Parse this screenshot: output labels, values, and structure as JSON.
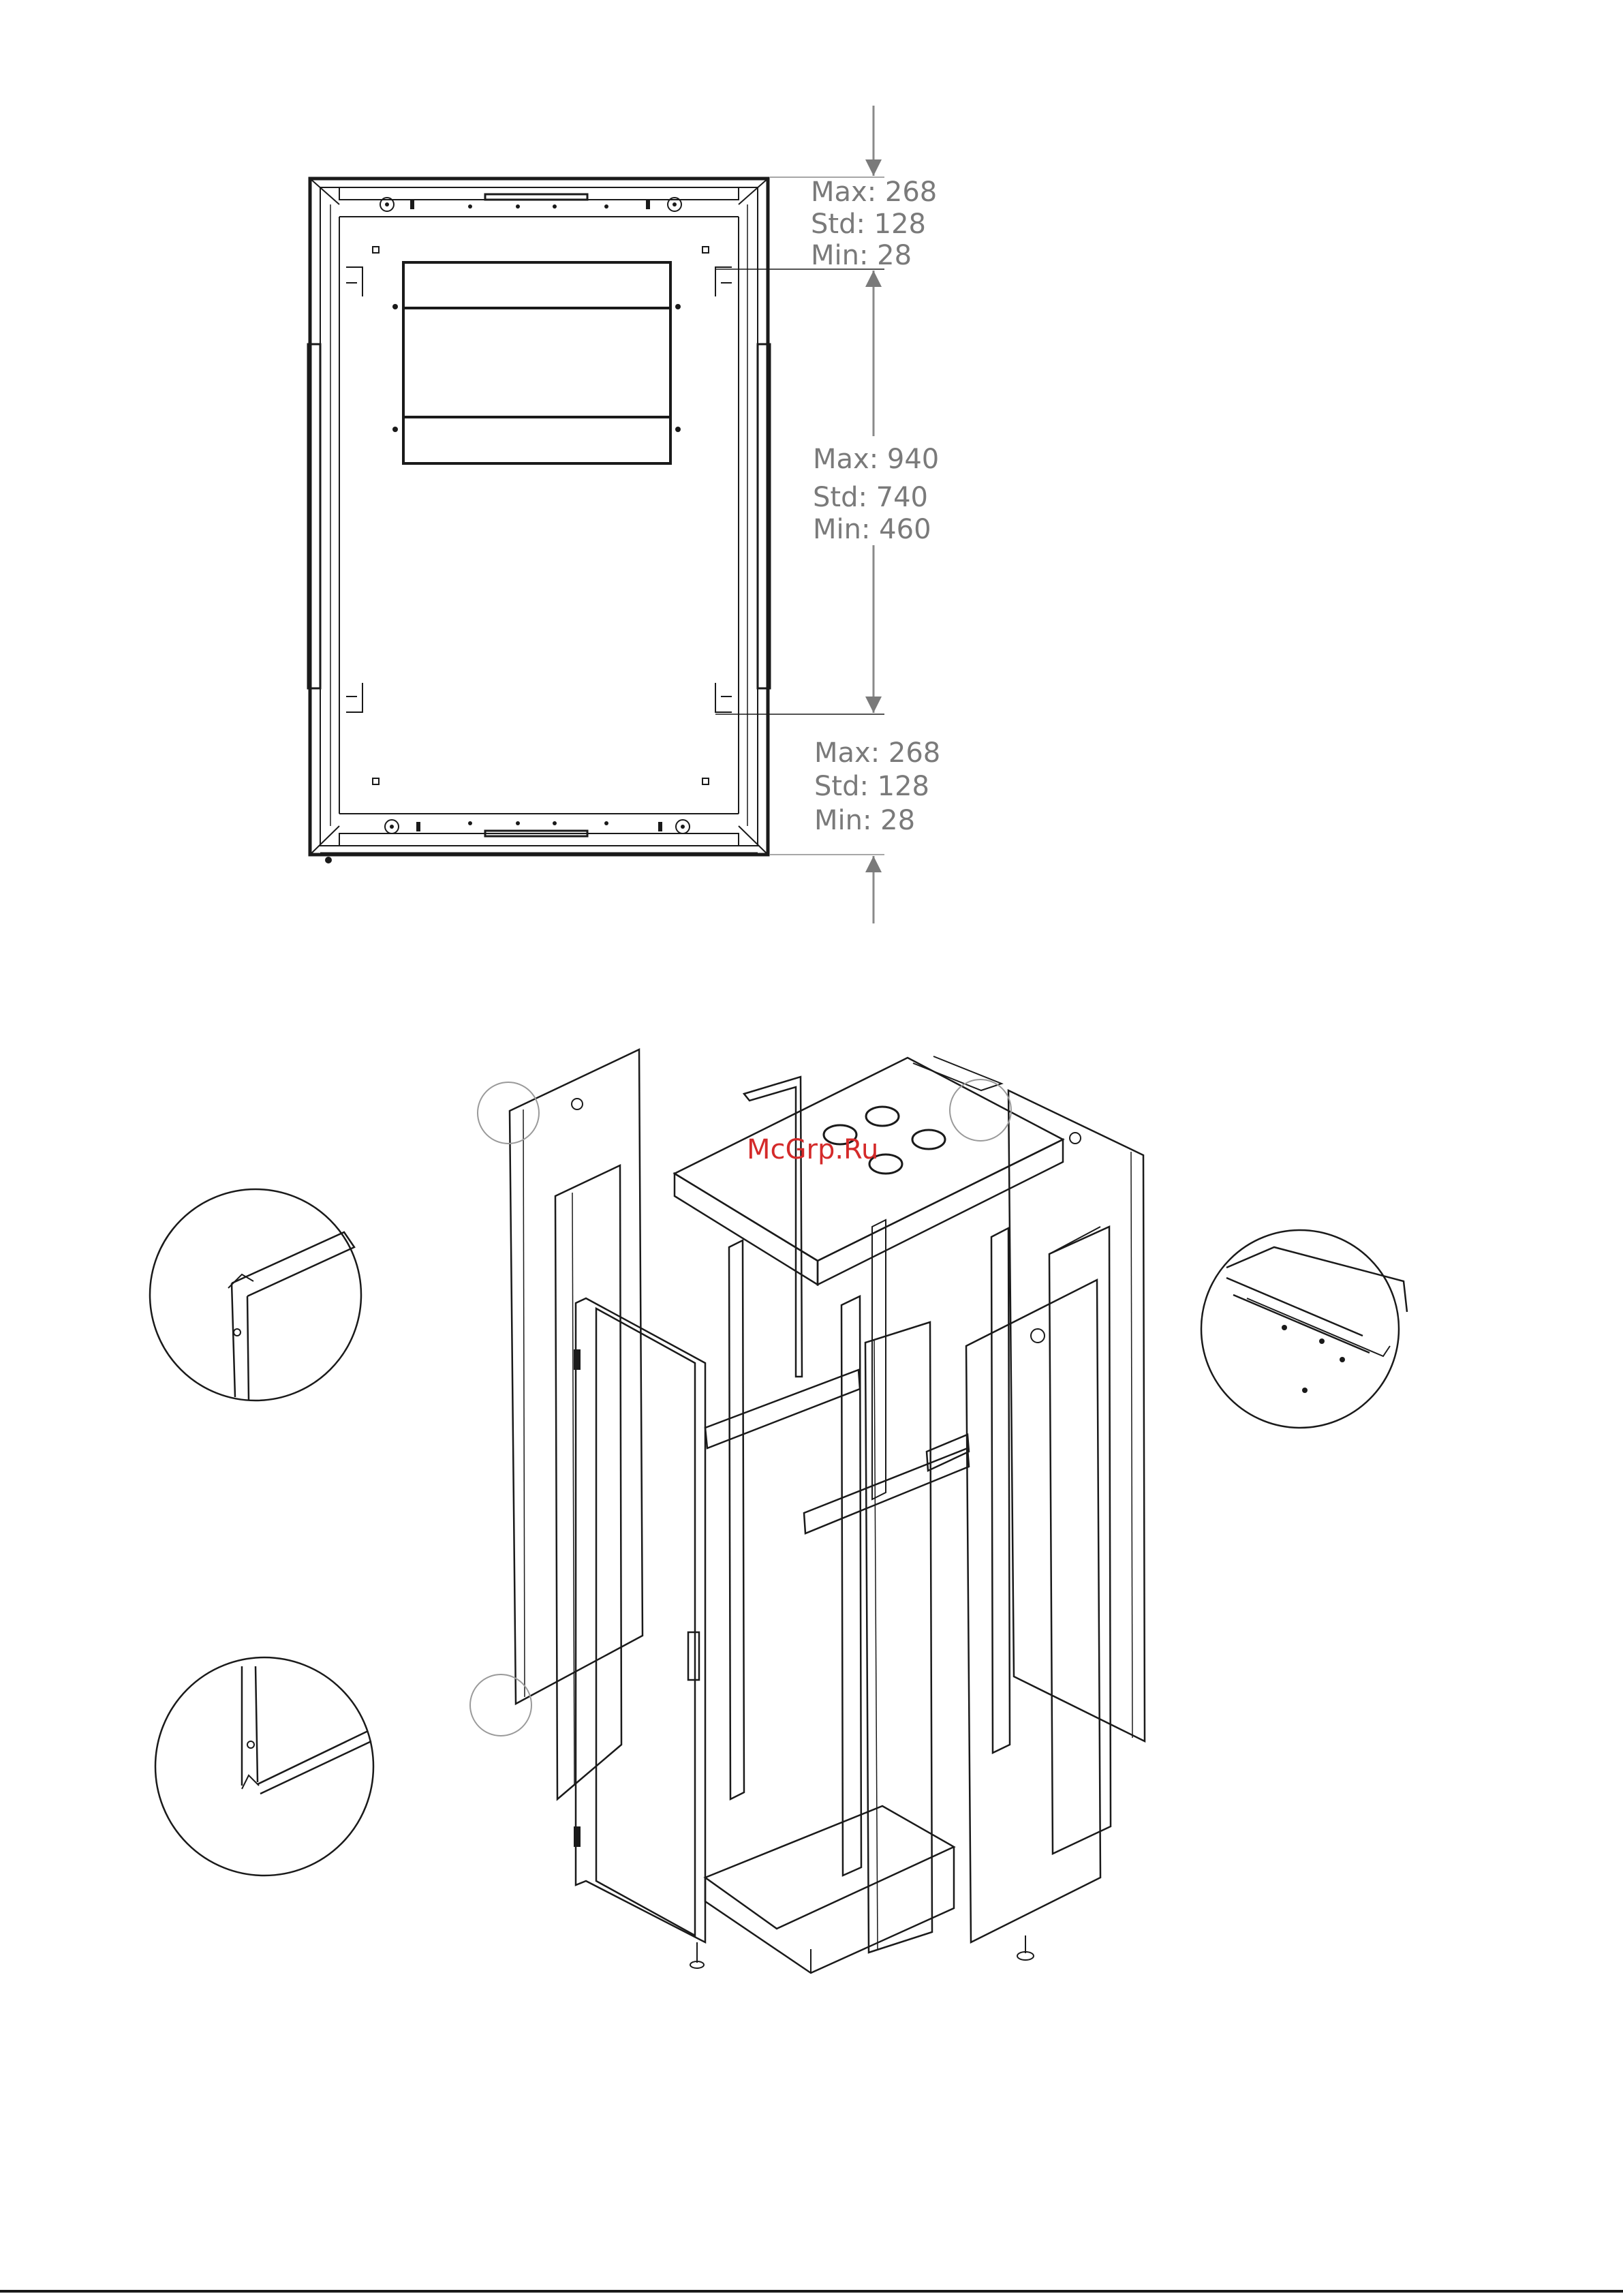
{
  "top_view": {
    "top_offset": {
      "max": "Max: 268",
      "std": "Std: 128",
      "min": "Min: 28"
    },
    "rail_spacing": {
      "max": "Max: 940",
      "std": "Std: 740",
      "min": "Min: 460"
    },
    "bottom_offset": {
      "max": "Max: 268",
      "std": "Std: 128",
      "min": "Min: 28"
    }
  },
  "watermark": "McGrp.Ru",
  "colors": {
    "line": "#1a1a1a",
    "dimension": "#7a7a7a",
    "watermark": "#d42a2a"
  }
}
